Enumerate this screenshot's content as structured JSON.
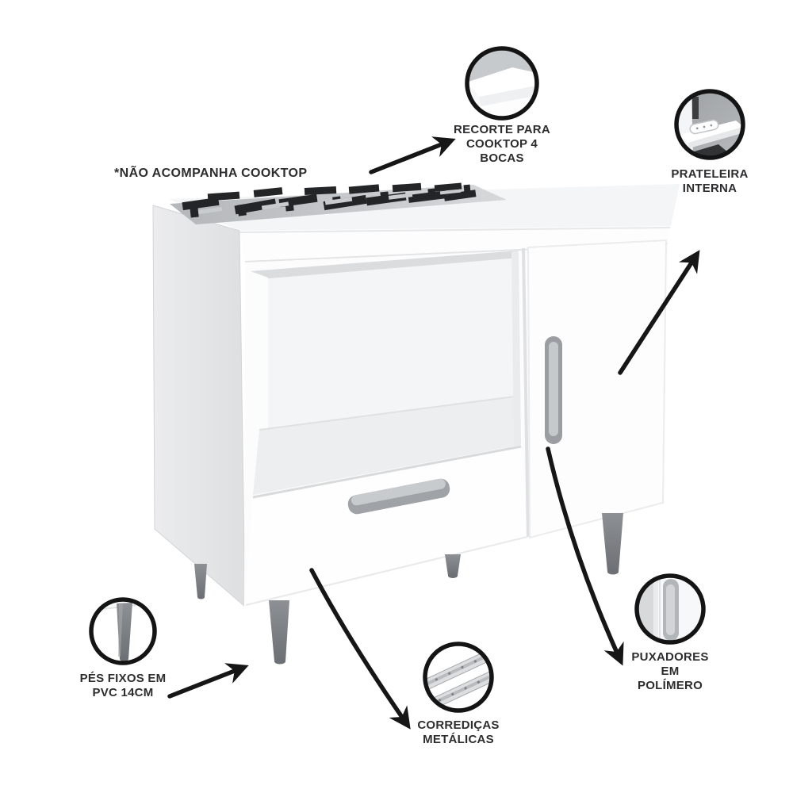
{
  "note": {
    "text": "*NÃO ACOMPANHA COOKTOP"
  },
  "callouts": [
    {
      "id": "recorte-cooktop",
      "label": "RECORTE PARA\nCOOKTOP 4\nBOCAS",
      "icon": "cooktop-cutout-icon"
    },
    {
      "id": "prateleira-interna",
      "label": "PRATELEIRA\nINTERNA",
      "icon": "internal-shelf-icon"
    },
    {
      "id": "pes-fixos",
      "label": "PÉS FIXOS EM\nPVC 14CM",
      "icon": "pvc-foot-icon"
    },
    {
      "id": "corredicas",
      "label": "CORREDIÇAS\nMETÁLICAS",
      "icon": "metal-drawer-slides-icon"
    },
    {
      "id": "puxadores",
      "label": "PUXADORES\nEM\nPOLÍMERO",
      "icon": "polymer-handle-icon"
    }
  ],
  "colors": {
    "text": "#2d2d2f",
    "line": "#161616",
    "background": "#ffffff",
    "cabinet_white": "#fcfcfd",
    "leg_gray": "#7e8286",
    "handle_gray": "#b5b8bb",
    "cooktop_black": "#232527",
    "cooktop_tray": "#c3c6c9"
  }
}
